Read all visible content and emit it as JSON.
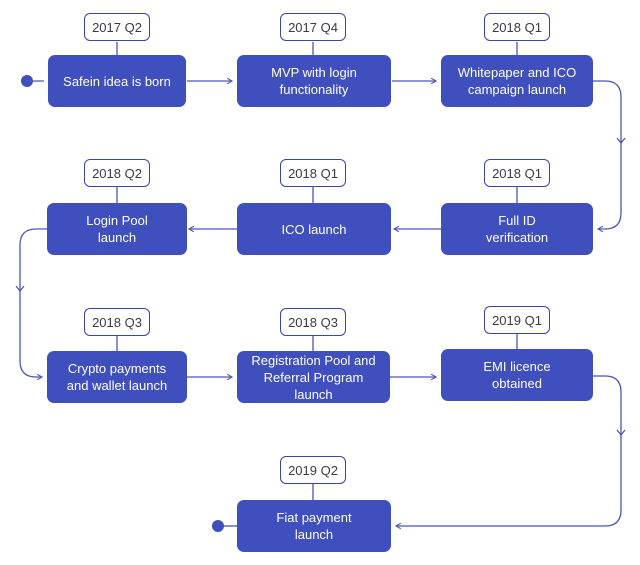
{
  "milestones": [
    {
      "quarter": "2017 Q2",
      "label": "Safein idea is born"
    },
    {
      "quarter": "2017 Q4",
      "label": "MVP with login\nfunctionality"
    },
    {
      "quarter": "2018 Q1",
      "label": "Whitepaper and ICO\ncampaign launch"
    },
    {
      "quarter": "2018 Q1",
      "label": "Full ID\nverification"
    },
    {
      "quarter": "2018 Q1",
      "label": "ICO launch"
    },
    {
      "quarter": "2018 Q2",
      "label": "Login Pool\nlaunch"
    },
    {
      "quarter": "2018 Q3",
      "label": "Crypto payments\nand wallet launch"
    },
    {
      "quarter": "2018 Q3",
      "label": "Registration Pool and\nReferral Program launch"
    },
    {
      "quarter": "2019 Q1",
      "label": "EMI licence\nobtained"
    },
    {
      "quarter": "2019 Q2",
      "label": "Fiat payment\nlaunch"
    }
  ],
  "colors": {
    "box_fill": "#3f4fbd",
    "badge_border": "#3b44a8",
    "connector": "#4a56b8",
    "badge_text": "#3a3a46"
  }
}
